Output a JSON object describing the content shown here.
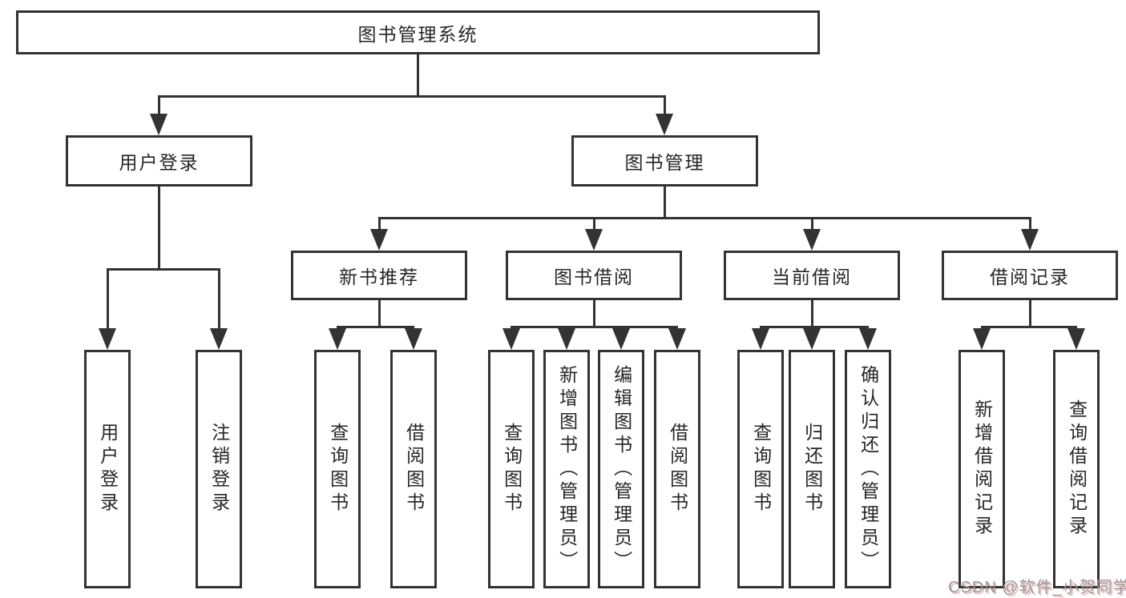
{
  "diagram": {
    "title": "图书管理系统",
    "nodes": {
      "root": "图书管理系统",
      "user_login": "用户登录",
      "book_mgmt": "图书管理",
      "new_book_rec": "新书推荐",
      "book_borrow": "图书借阅",
      "current_borrow": "当前借阅",
      "borrow_records": "借阅记录",
      "leaf_user_login": "用户登录",
      "leaf_logout": "注销登录",
      "leaf_nb_query": "查询图书",
      "leaf_nb_borrow": "借阅图书",
      "leaf_bb_query": "查询图书",
      "leaf_bb_add": "新增图书（管理员）",
      "leaf_bb_edit": "编辑图书（管理员）",
      "leaf_bb_borrow": "借阅图书",
      "leaf_cb_query": "查询图书",
      "leaf_cb_return": "归还图书",
      "leaf_cb_confirm": "确认归还（管理员）",
      "leaf_br_add": "新增借阅记录",
      "leaf_br_query": "查询借阅记录"
    }
  },
  "watermark": {
    "text": "CSDN @软件_小贺同学"
  },
  "colors": {
    "line": "#333333",
    "text": "#262626",
    "background": "#ffffff",
    "watermark_gray": "#9a9a9a",
    "watermark_shadow": "#c23c3c"
  }
}
